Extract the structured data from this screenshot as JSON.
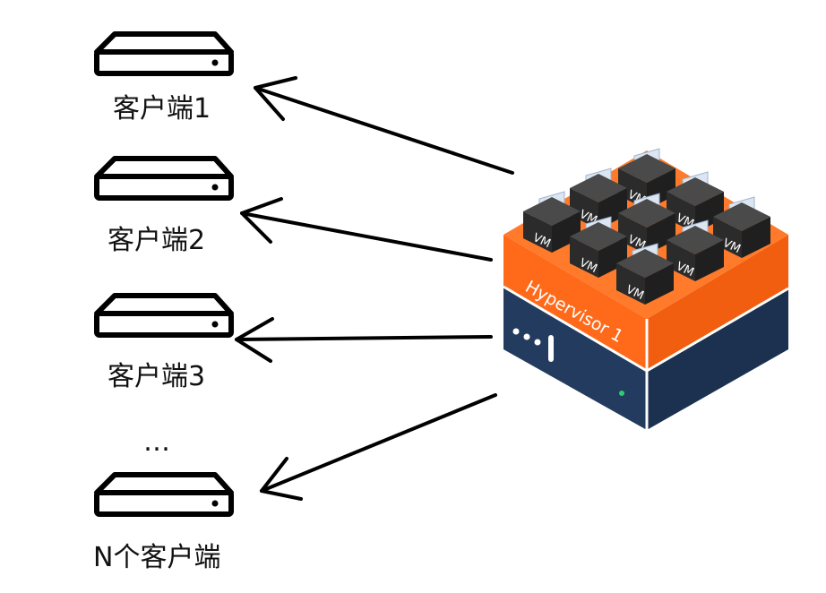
{
  "clients": [
    {
      "label": "客户端1"
    },
    {
      "label": "客户端2"
    },
    {
      "label": "客户端3"
    },
    {
      "label": "N个客户端"
    }
  ],
  "ellipsis": "…",
  "hypervisor": {
    "label": "Hypervisor 1",
    "top_color": "#ff6a1a",
    "base_color": "#233b5e"
  },
  "vm_label": "VM",
  "vm_icons": [
    "instagram-icon",
    "excel-icon",
    "twitter-icon",
    "chrome-icon",
    "powerpoint-icon",
    "line-icon",
    "facebook-icon",
    "outlook-icon",
    "edge-icon"
  ]
}
